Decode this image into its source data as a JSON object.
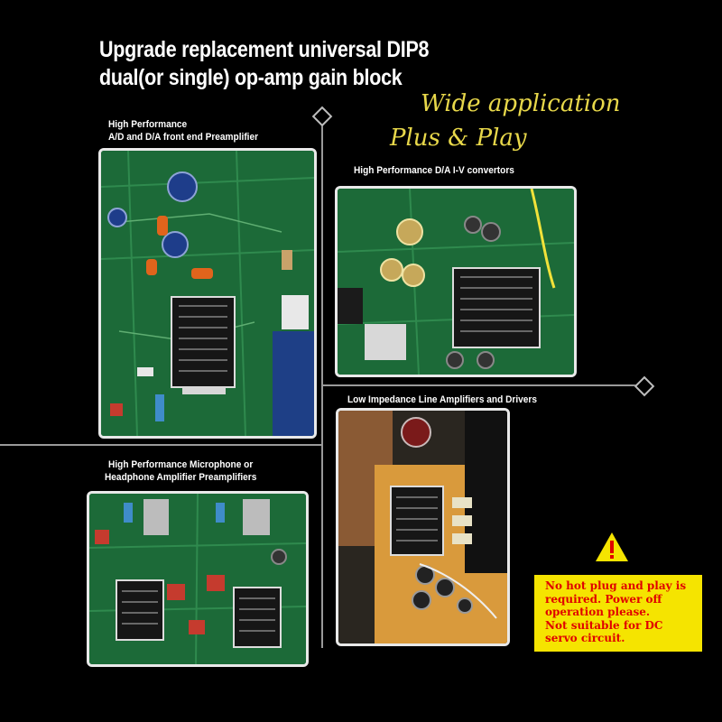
{
  "title": {
    "line1": "Upgrade replacement universal DIP8",
    "line2": "dual(or single) op-amp gain block"
  },
  "slogan": {
    "line1": "Wide application",
    "line2": "Plus & Play"
  },
  "captions": {
    "top_left_line1": "High Performance",
    "top_left_line2": "A/D and D/A front end Preamplifier",
    "top_right": "High Performance D/A I-V convertors",
    "bottom_right": "Low Impedance Line Amplifiers and Drivers",
    "bottom_left_line1": "High Performance Microphone or",
    "bottom_left_line2": "Headphone Amplifier Preamplifiers"
  },
  "warning": {
    "lines": [
      "No hot plug and play is",
      "required. Power off",
      "operation please.",
      "Not suitable for DC",
      "servo circuit."
    ]
  },
  "colors": {
    "background": "#000000",
    "slogan": "#e8d84a",
    "warning_bg": "#f5e400",
    "warning_text": "#e00000",
    "pcb_green": "#1e6b3a"
  }
}
